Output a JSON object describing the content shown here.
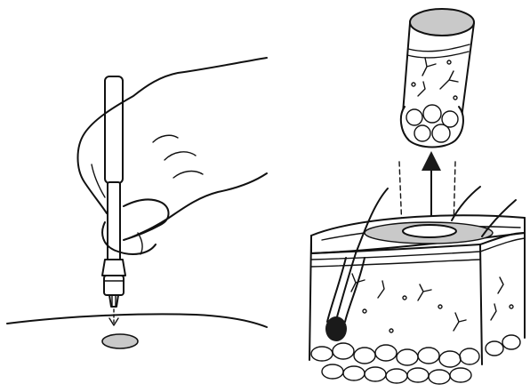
{
  "figure": {
    "panels": [
      {
        "id": "left",
        "subject": "punch-biopsy-instrument-on-skin"
      },
      {
        "id": "right",
        "subject": "skin-cross-section-with-core-sample"
      }
    ],
    "colors": {
      "ink": "#111111",
      "shading": "#c9c9c9",
      "background": "#ffffff"
    },
    "icons": [
      "hand-icon",
      "punch-instrument-icon",
      "down-arrow-icon",
      "up-arrow-icon",
      "hair-follicle-icon"
    ]
  }
}
